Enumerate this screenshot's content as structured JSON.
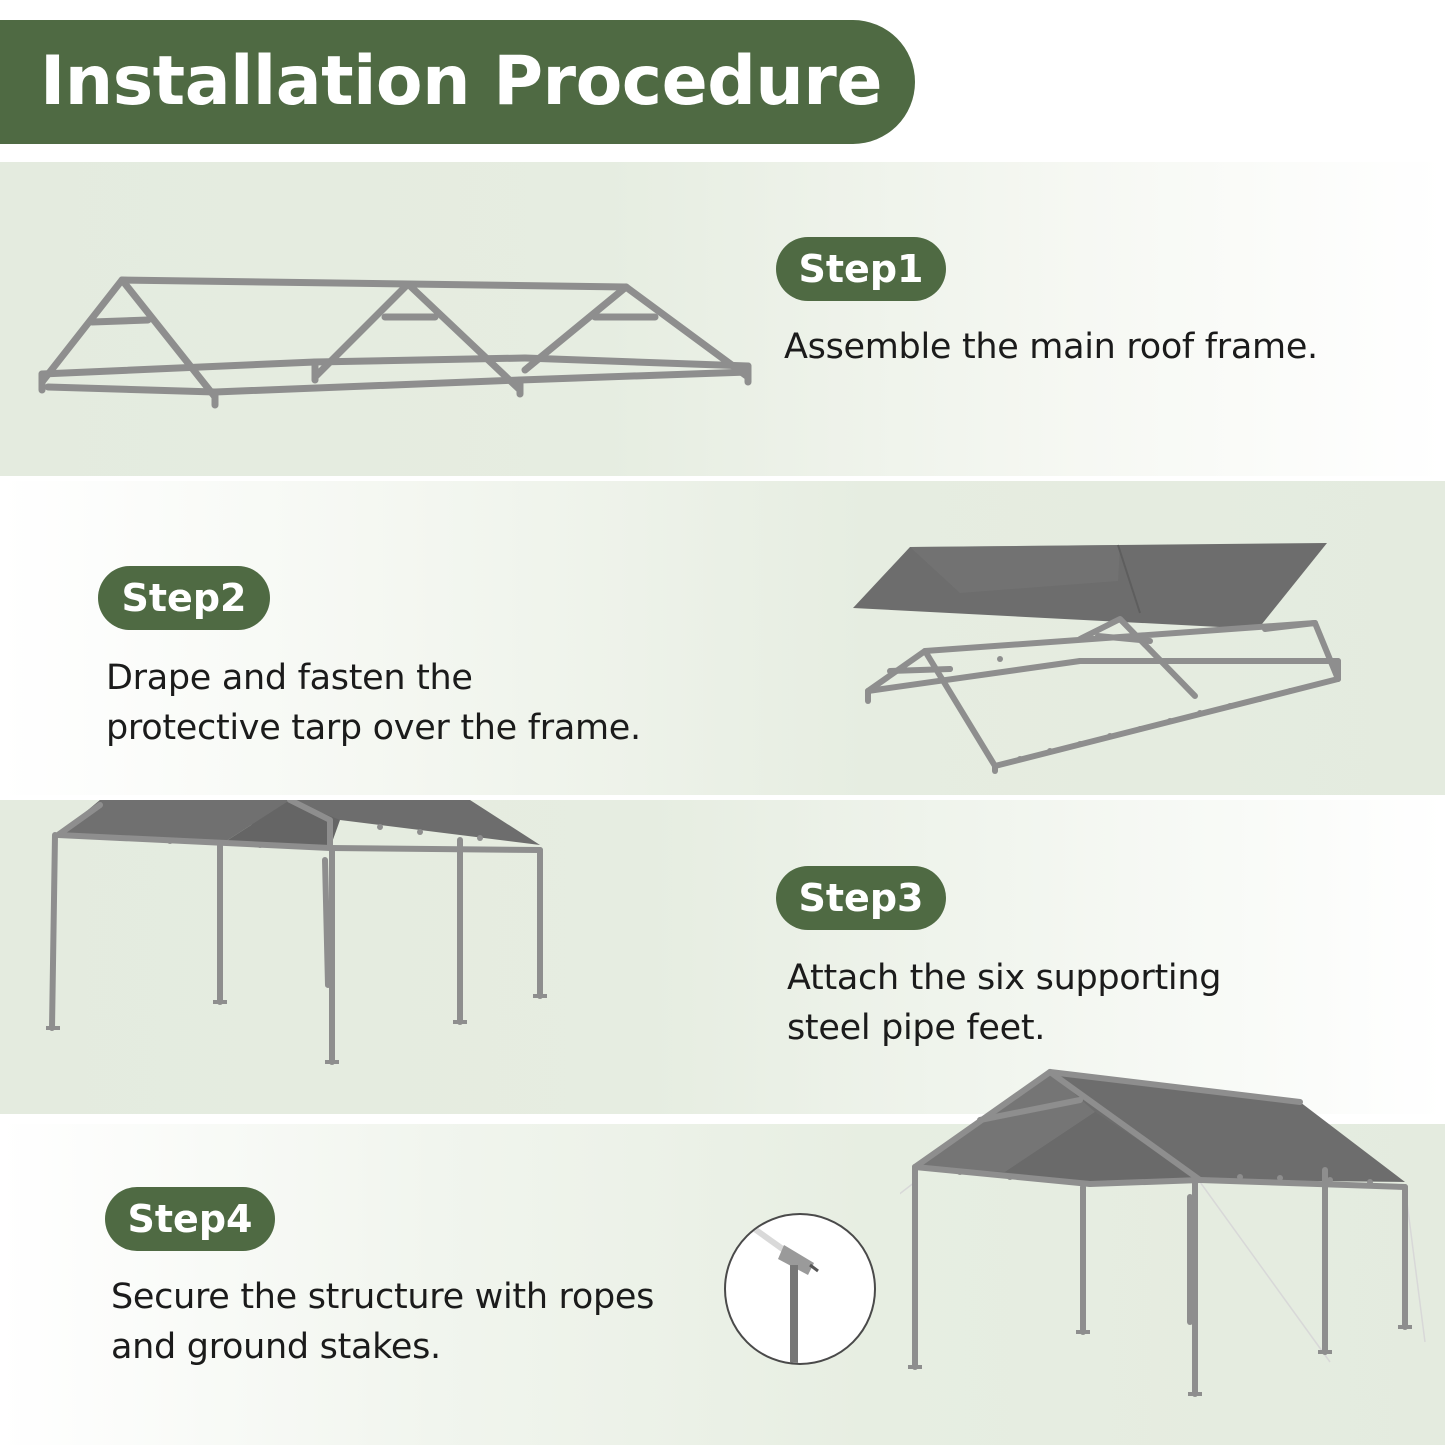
{
  "header": {
    "title": "Installation Procedure"
  },
  "steps": [
    {
      "label": "Step1",
      "text": [
        "Assemble the main roof frame."
      ]
    },
    {
      "label": "Step2",
      "text": [
        "Drape and fasten the",
        "protective tarp over the frame."
      ]
    },
    {
      "label": "Step3",
      "text": [
        "Attach the six supporting",
        "steel pipe feet."
      ]
    },
    {
      "label": "Step4",
      "text": [
        "Secure the structure with ropes",
        "and ground stakes."
      ]
    }
  ],
  "colors": {
    "accent": "#4f6a43",
    "panel_tint": "#e4ebdf",
    "frame": "#8e8e8e",
    "tarp": "#6d6d6d"
  },
  "icons": [
    "roof-frame-illustration",
    "tarp-frame-illustration",
    "canopy-legs-illustration",
    "canopy-secured-illustration",
    "ground-stake-zoom-icon"
  ]
}
